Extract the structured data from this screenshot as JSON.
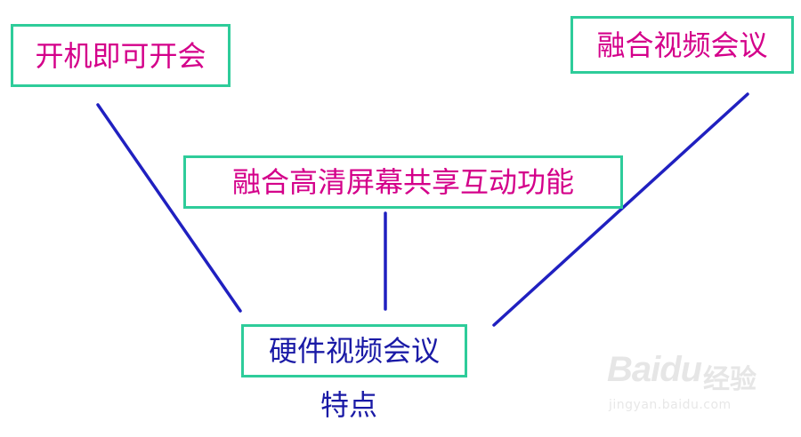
{
  "nodes": {
    "top_left": "开机即可开会",
    "top_right": "融合视频会议",
    "middle": "融合高清屏幕共享互动功能",
    "bottom": "硬件视频会议"
  },
  "caption": "特点",
  "colors": {
    "box_border": "#2ecc9a",
    "magenta_text": "#d4008a",
    "blue_text": "#1a1aa6",
    "line": "#2020c0"
  },
  "watermark": {
    "logo": "Baidu",
    "text": "经验",
    "url": "jingyan.baidu.com"
  }
}
